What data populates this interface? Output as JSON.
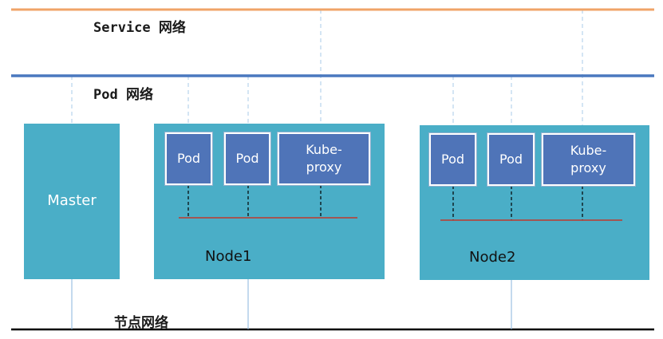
{
  "networks": {
    "service_label": "Service 网络",
    "pod_label": "Pod 网络",
    "node_label": "节点网络"
  },
  "master": {
    "label": "Master"
  },
  "node1": {
    "label": "Node1",
    "pod1": "Pod",
    "pod2": "Pod",
    "proxy": "Kube-\nproxy"
  },
  "node2": {
    "label": "Node2",
    "pod1": "Pod",
    "pod2": "Pod",
    "proxy": "Kube-\nproxy"
  },
  "colors": {
    "service_line": "#f0a468",
    "pod_line": "#4a78bf",
    "node_line": "#000000",
    "host_box": "#4aaec7",
    "pod_box": "#4f74b8",
    "bridge_line": "#c0392b"
  }
}
